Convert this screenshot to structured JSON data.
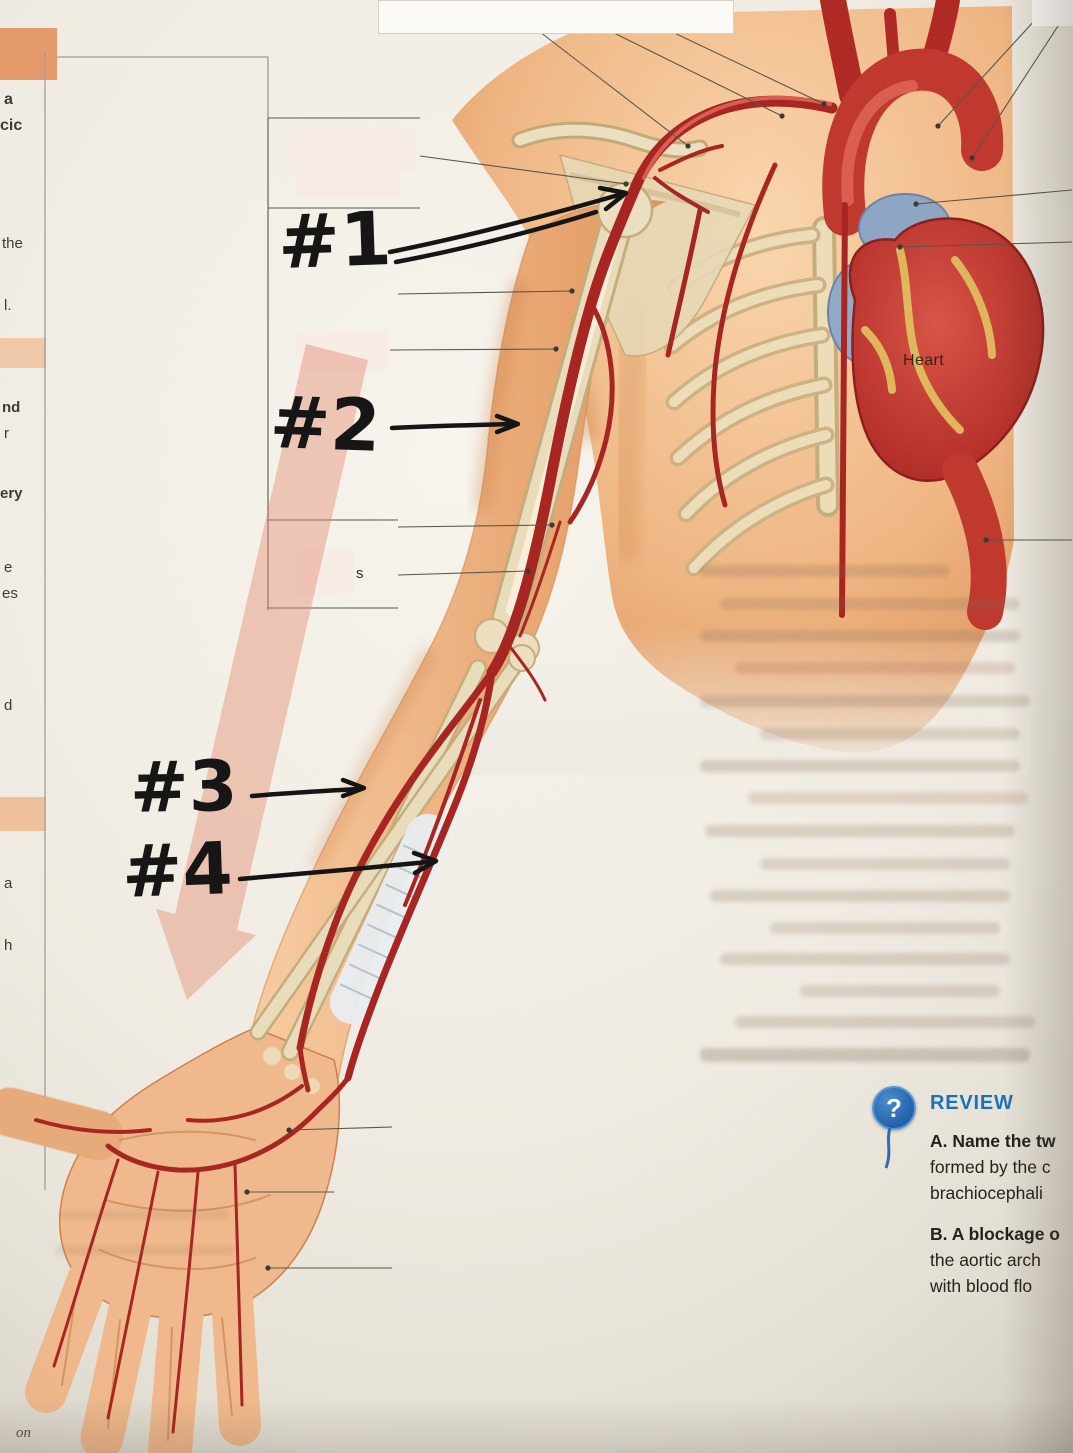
{
  "illustration": {
    "heart_label": "Heart",
    "elbow_label_fragment": "s"
  },
  "handwritten": {
    "marks": [
      {
        "label": "#1"
      },
      {
        "label": "#2"
      },
      {
        "label": "#3"
      },
      {
        "label": "#4"
      }
    ]
  },
  "sidebar": {
    "fragments": [
      {
        "text": "a"
      },
      {
        "text": "cic"
      },
      {
        "text": "the"
      },
      {
        "text": "l."
      },
      {
        "text": "nd"
      },
      {
        "text": "r"
      },
      {
        "text": "ery"
      },
      {
        "text": "e"
      },
      {
        "text": "es"
      },
      {
        "text": "d"
      },
      {
        "text": "a"
      },
      {
        "text": "h"
      }
    ]
  },
  "footer": {
    "fragment": "on"
  },
  "review": {
    "icon_glyph": "?",
    "title": "REVIEW",
    "lines": [
      "A. Name the tw",
      "formed by the c",
      "brachiocephali",
      "B. A blockage o",
      "the aortic arch",
      "with blood flo"
    ]
  },
  "colors": {
    "artery_red": "#a82622",
    "heart_red": "#c0392f",
    "bone": "#e9dcba",
    "skin": "#edb27f",
    "review_blue": "#1a73ba",
    "accent_peach": "#e59a6b",
    "annotation_ink": "#161616"
  }
}
